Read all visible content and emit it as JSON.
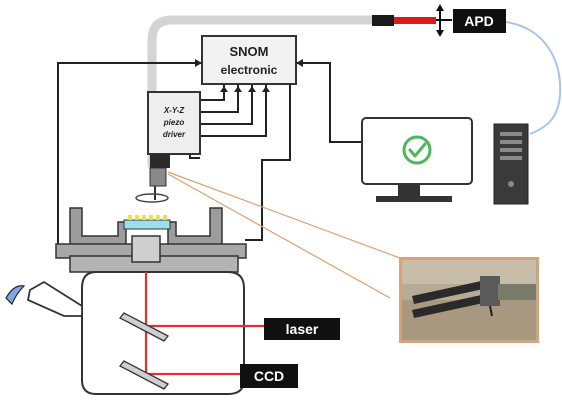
{
  "labels": {
    "apd": "APD",
    "snom_line1": "SNOM",
    "snom_line2": "electronic",
    "piezo_line1": "X-Y-Z",
    "piezo_line2": "piezo",
    "piezo_line3": "driver",
    "laser": "laser",
    "ccd": "CCD"
  },
  "icons": {
    "monitor_check": "check-circle-icon",
    "computer_tower": "computer-tower-icon",
    "eye": "eye-icon"
  },
  "colors": {
    "fiber": "#d2d2d2",
    "fiber_red": "#e01818",
    "laser_beam": "#e03030",
    "zoom_lines": "#e0a070",
    "cable_blue": "#a8c4ec",
    "stage_gray": "#9c9c9c",
    "check_green": "#4cb85c",
    "sample_yellow": "#f0e040",
    "sample_cyan": "#9adff0"
  }
}
